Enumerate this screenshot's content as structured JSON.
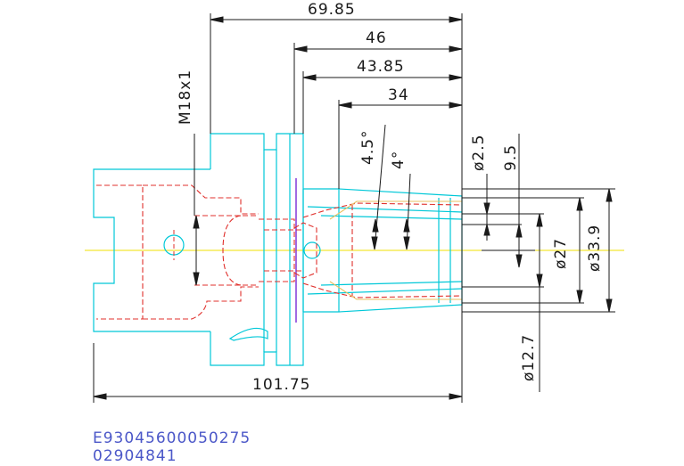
{
  "dimensions": {
    "overall_length": "69.85",
    "length_46": "46",
    "length_43_85": "43.85",
    "length_34": "34",
    "thread": "M18x1",
    "angle_4_5": "4.5°",
    "angle_4": "4°",
    "dia_2_5": "ø2.5",
    "dia_9_5": "9.5",
    "dia_27": "ø27",
    "dia_33_9": "ø33.9",
    "dia_12_7": "ø12.7",
    "total_length": "101.75"
  },
  "codes": {
    "part_number": "E93045600050275",
    "drawing_number": "02904841"
  },
  "colors": {
    "outline": "#00c8d8",
    "hidden": "#e0302c",
    "centerline": "#f0e000",
    "collet": "#e8c060",
    "dimension": "#1a1a1a",
    "highlight": "#7a2bd6",
    "code_text": "#4b57c8"
  }
}
